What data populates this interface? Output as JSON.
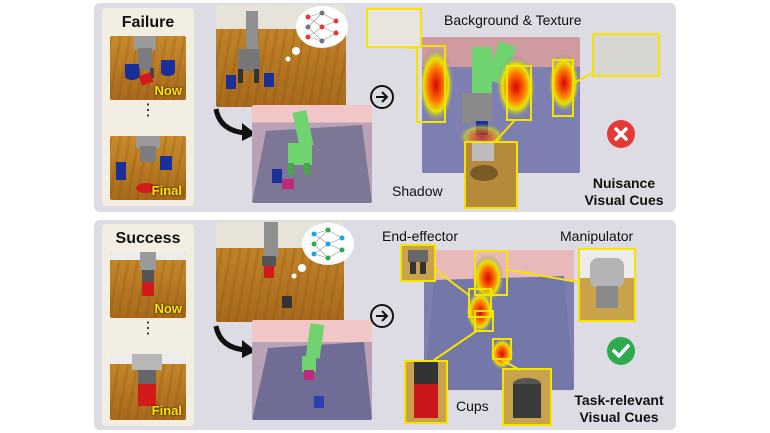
{
  "top": {
    "title": "Failure",
    "now_label": "Now",
    "final_label": "Final",
    "ellipsis": "⋮",
    "caption_texture": "Background & Texture",
    "caption_shadow": "Shadow",
    "verdict_line1": "Nuisance",
    "verdict_line2": "Visual Cues",
    "status_icon": "cross-icon",
    "status_color": "#e53935"
  },
  "bottom": {
    "title": "Success",
    "now_label": "Now",
    "final_label": "Final",
    "ellipsis": "⋮",
    "caption_effector": "End-effector",
    "caption_manipulator": "Manipulator",
    "caption_cups": "Cups",
    "verdict_line1": "Task-relevant",
    "verdict_line2": "Visual Cues",
    "status_icon": "check-icon",
    "status_color": "#2eaa4f"
  },
  "colors": {
    "panel": "#dddbe3",
    "highlight_box": "#f5e400",
    "label_yellow": "#ffe600",
    "robot_green": "#6fd36f"
  }
}
